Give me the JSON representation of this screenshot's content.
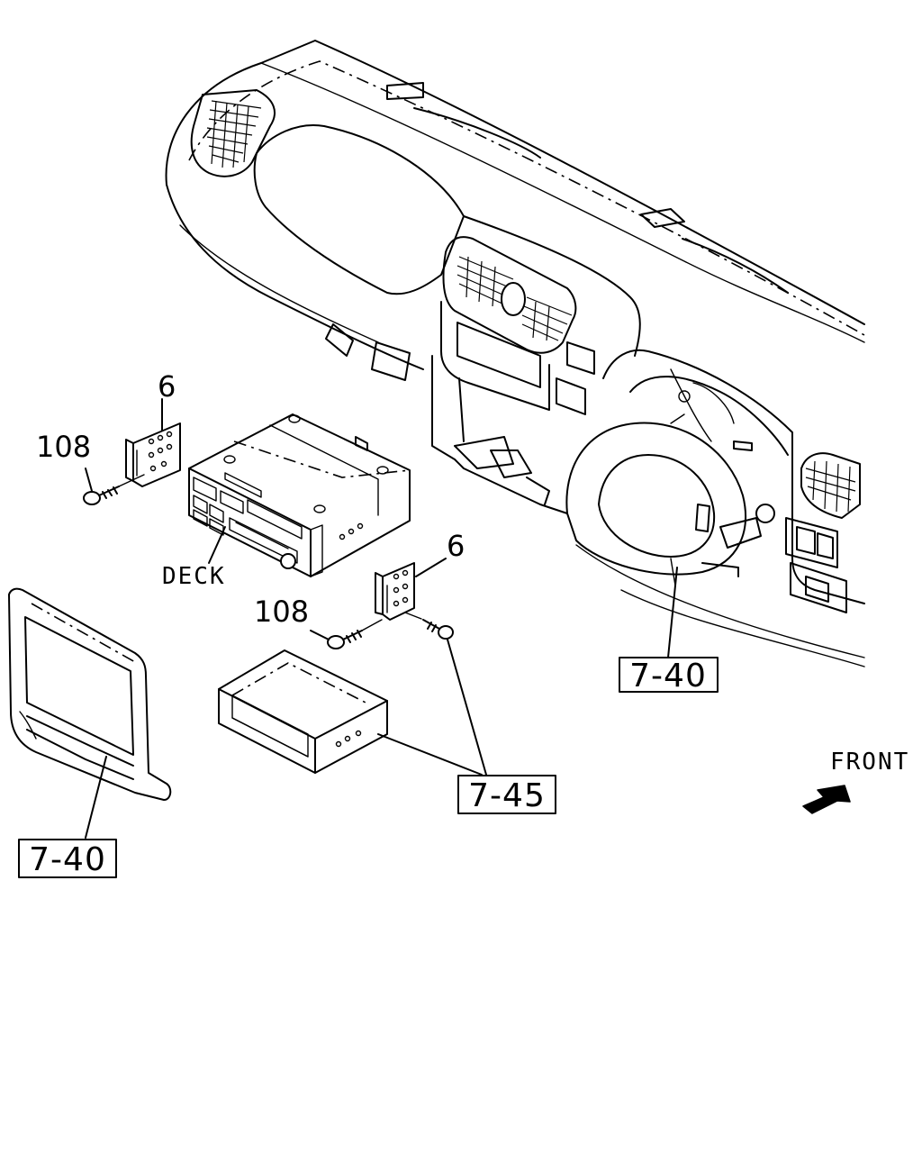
{
  "labels": {
    "bracket_upper": "6",
    "bracket_lower": "6",
    "screw_upper": "108",
    "screw_lower": "108",
    "deck": "DECK",
    "box_dash": "7-40",
    "box_bezel": "7-40",
    "box_pocket": "7-45",
    "front": "FRONT"
  }
}
